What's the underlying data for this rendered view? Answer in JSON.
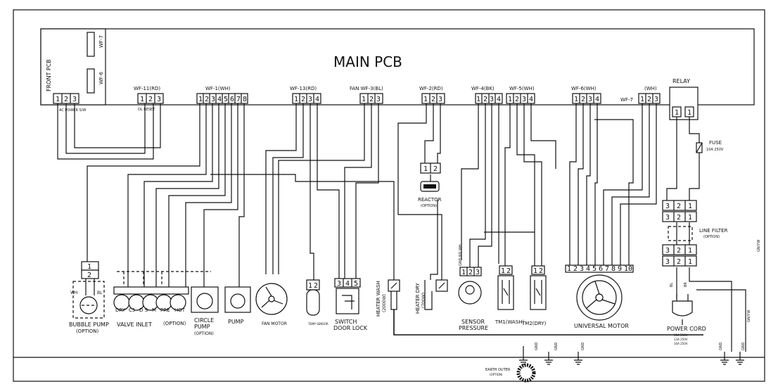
{
  "main_pcb": {
    "title": "MAIN PCB"
  },
  "front_pcb": {
    "label": "FRONT PCB",
    "conn_top": "WF-7",
    "conn_bottom": "WF-6",
    "sublabel": "AC POWER S/W"
  },
  "connectors": {
    "wf11": {
      "label": "WF-11(RD)",
      "pins": [
        "1",
        "2",
        "3"
      ],
      "sub": "DL  RESET"
    },
    "wf1": {
      "label": "WF-1(WH)",
      "pins": [
        "1",
        "2",
        "3",
        "4",
        "5",
        "6",
        "7",
        "8"
      ]
    },
    "wf13": {
      "label": "WF-13(RD)",
      "pins": [
        "1",
        "2",
        "3",
        "4"
      ]
    },
    "wf3": {
      "label": "FAN WF-3(BL)",
      "pins": [
        "1",
        "2",
        "3"
      ]
    },
    "wf2": {
      "label": "WF-2(RD)",
      "pins": [
        "1",
        "2",
        "3"
      ]
    },
    "wf4": {
      "label": "WF-4(BK)",
      "pins": [
        "1",
        "2",
        "3",
        "4"
      ]
    },
    "wf5": {
      "label": "WF-5(WH)",
      "pins": [
        "1",
        "2",
        "3",
        "4"
      ]
    },
    "wf6": {
      "label": "WF-6(WH)",
      "pins": [
        "1",
        "2",
        "3",
        "4"
      ]
    },
    "wf7": {
      "label": "WF-7",
      "pins": [
        "1",
        "2",
        "3"
      ],
      "sub": "(WH)"
    }
  },
  "relay": {
    "label": "RELAY",
    "pins": [
      "1",
      "1"
    ]
  },
  "fuse": {
    "label": "FUSE",
    "rating": "10A 250V"
  },
  "reactor": {
    "label": "REACTOR",
    "sub": "(OPTION)",
    "pins": [
      "1",
      "2"
    ]
  },
  "line_filter": {
    "label": "LINE FILTER",
    "sub": "(OPTION)",
    "pins_a": [
      "3",
      "2",
      "1"
    ],
    "pins_b": [
      "3",
      "2",
      "1"
    ]
  },
  "components": {
    "bubble_pump": {
      "label": "BUBBLE PUMP",
      "sub": "(OPTION)",
      "pins": [
        "1",
        "2"
      ],
      "wire_a": "WH",
      "wire_b": "BL"
    },
    "valve_inlet": {
      "label": "VALVE INLET",
      "cells": [
        "DRY",
        "C5",
        "D S",
        "M",
        "PRE",
        "HOT"
      ],
      "option": "(OPTION)"
    },
    "circle_pump": {
      "label": "CIRCLE",
      "label2": "PUMP",
      "sub": "(OPTION)"
    },
    "pump": {
      "label": "PUMP"
    },
    "fan_motor": {
      "label": "FAN MOTOR"
    },
    "temp_sensor": {
      "label": "TEMP SENSOR",
      "pins": [
        "1",
        "2"
      ]
    },
    "door_lock": {
      "label": "SWITCH",
      "label2": "DOOR LOCK",
      "pins": [
        "3",
        "4",
        "5"
      ]
    },
    "heater_wash": {
      "label": "HEATER WASH",
      "sub": "(2000W)"
    },
    "heater_dry": {
      "label": "HEATER DRY",
      "sub": "(700W)"
    },
    "sensor_pressure": {
      "label": "SENSOR",
      "label2": "PRESSURE",
      "pins": [
        "1",
        "2",
        "3"
      ],
      "wires": "GND RD WH"
    },
    "tm1": {
      "label": "TM1(WASH)",
      "pins": [
        "1",
        "2"
      ]
    },
    "tm2": {
      "label": "TM2(DRY)",
      "pins": [
        "1",
        "2"
      ]
    },
    "universal_motor": {
      "label": "UNIVERSAL MOTOR",
      "pins": [
        "1",
        "2",
        "3",
        "4",
        "5",
        "6",
        "7",
        "8",
        "9",
        "10"
      ]
    },
    "power_cord": {
      "label": "POWER CORD",
      "ratings": [
        "10A 250V",
        "13A 250V",
        "16A 250V"
      ],
      "wire_a": "BL",
      "wire_b": "BR"
    },
    "earth_outer": {
      "label": "EARTH OUTER",
      "sub": "(OPTION)"
    }
  },
  "earth": {
    "gnd": "GND",
    "gnyw": "GN/YW"
  }
}
